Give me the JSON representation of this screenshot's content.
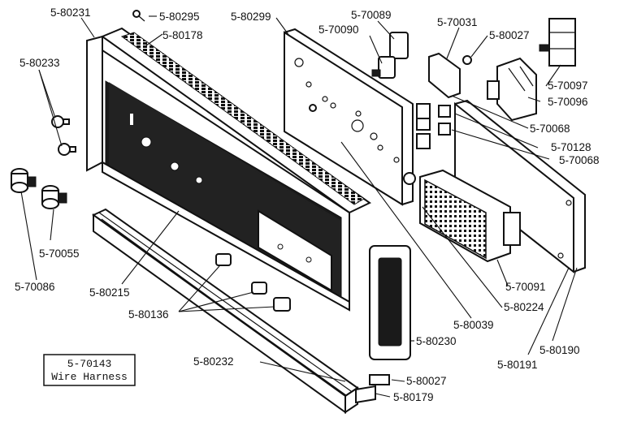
{
  "diagram": {
    "labels": {
      "p5_80231": "5-80231",
      "p5_80295": "5-80295",
      "p5_80178": "5-80178",
      "p5_80299": "5-80299",
      "p5_70089": "5-70089",
      "p5_70090": "5-70090",
      "p5_70031": "5-70031",
      "p5_80027_top": "5-80027",
      "p5_80233": "5-80233",
      "p5_70097": "5-70097",
      "p5_70096": "5-70096",
      "p5_70068_a": "5-70068",
      "p5_70128": "5-70128",
      "p5_70068_b": "5-70068",
      "p5_70055": "5-70055",
      "p5_70086": "5-70086",
      "p5_80215": "5-80215",
      "p5_80136": "5-80136",
      "p5_70091": "5-70091",
      "p5_80224": "5-80224",
      "p5_80039": "5-80039",
      "p5_80230": "5-80230",
      "p5_80190": "5-80190",
      "p5_80191": "5-80191",
      "p5_80232": "5-80232",
      "p5_80027_bottom": "5-80027",
      "p5_80179": "5-80179"
    },
    "harness_box": {
      "part_number": "5-70143",
      "caption": "Wire Harness"
    }
  }
}
